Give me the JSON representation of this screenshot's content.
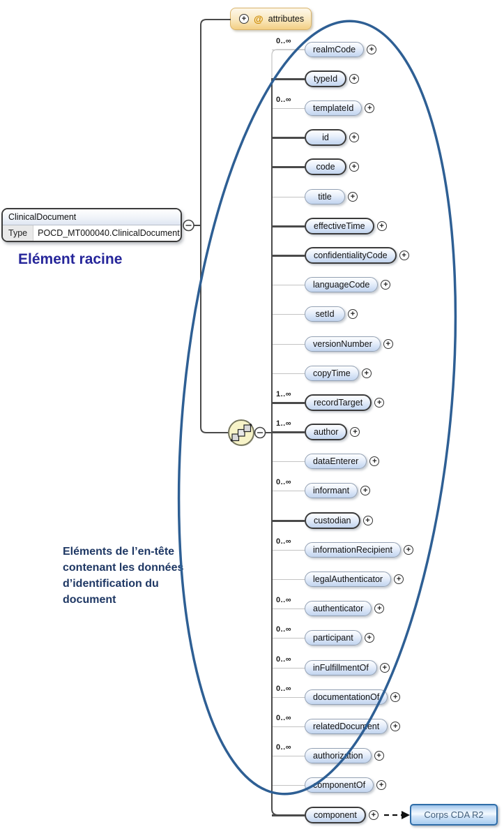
{
  "root_element": {
    "name": "ClinicalDocument",
    "type_label": "Type",
    "type_value": "POCD_MT000040.ClinicalDocument"
  },
  "caption_root": "Elément racine",
  "attributes_box": {
    "at_symbol": "@",
    "label": "attributes"
  },
  "header_annotation": {
    "lines": [
      "Eléments de l’en-tête",
      "contenant les données",
      "d’identification du",
      "document"
    ]
  },
  "elements": [
    {
      "name": "realmCode",
      "cardinality": "0..∞",
      "required": false
    },
    {
      "name": "typeId",
      "cardinality": "",
      "required": true
    },
    {
      "name": "templateId",
      "cardinality": "0..∞",
      "required": false
    },
    {
      "name": "id",
      "cardinality": "",
      "required": true
    },
    {
      "name": "code",
      "cardinality": "",
      "required": true
    },
    {
      "name": "title",
      "cardinality": "",
      "required": false
    },
    {
      "name": "effectiveTime",
      "cardinality": "",
      "required": true
    },
    {
      "name": "confidentialityCode",
      "cardinality": "",
      "required": true
    },
    {
      "name": "languageCode",
      "cardinality": "",
      "required": false
    },
    {
      "name": "setId",
      "cardinality": "",
      "required": false
    },
    {
      "name": "versionNumber",
      "cardinality": "",
      "required": false
    },
    {
      "name": "copyTime",
      "cardinality": "",
      "required": false
    },
    {
      "name": "recordTarget",
      "cardinality": "1..∞",
      "required": true
    },
    {
      "name": "author",
      "cardinality": "1..∞",
      "required": true
    },
    {
      "name": "dataEnterer",
      "cardinality": "",
      "required": false
    },
    {
      "name": "informant",
      "cardinality": "0..∞",
      "required": false
    },
    {
      "name": "custodian",
      "cardinality": "",
      "required": true
    },
    {
      "name": "informationRecipient",
      "cardinality": "0..∞",
      "required": false
    },
    {
      "name": "legalAuthenticator",
      "cardinality": "",
      "required": false
    },
    {
      "name": "authenticator",
      "cardinality": "0..∞",
      "required": false
    },
    {
      "name": "participant",
      "cardinality": "0..∞",
      "required": false
    },
    {
      "name": "inFulfillmentOf",
      "cardinality": "0..∞",
      "required": false
    },
    {
      "name": "documentationOf",
      "cardinality": "0..∞",
      "required": false
    },
    {
      "name": "relatedDocument",
      "cardinality": "0..∞",
      "required": false
    },
    {
      "name": "authorization",
      "cardinality": "0..∞",
      "required": false
    },
    {
      "name": "componentOf",
      "cardinality": "",
      "required": false
    },
    {
      "name": "component",
      "cardinality": "",
      "required": true
    }
  ],
  "body_box": {
    "label": "Corps CDA R2"
  },
  "icons": {
    "expand": "+",
    "collapse": "−",
    "compositor": "sequence"
  },
  "colors": {
    "element_fill": "#cfdef4",
    "required_border": "#3b3b3b",
    "optional_border": "#93a1b4",
    "connector_dark": "#4a4a4a",
    "connector_light": "#c3c3c3",
    "ellipse_stroke": "#2e5f94",
    "attributes_fill": "#f3cf84",
    "sequence_fill": "#f7f3c8",
    "caption_blue": "#26269a",
    "annotation_navy": "#1f3864",
    "corps_border": "#2f6da8"
  }
}
